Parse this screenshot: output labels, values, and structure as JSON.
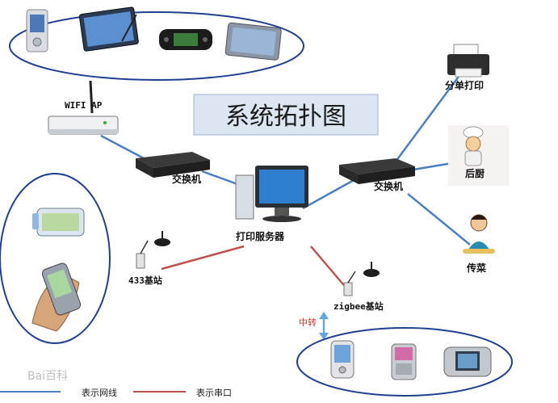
{
  "title": "系统拓扑图",
  "labels": {
    "wifi_ap": "WIFI AP",
    "switch_left": "交换机",
    "switch_right": "交换机",
    "print_server": "打印服务器",
    "split_printer": "分单打印",
    "back_kitchen": "后厨",
    "runner": "传菜",
    "base_433": "433基站",
    "base_zigbee": "zigbee基站",
    "relay": "中转"
  },
  "legend": {
    "network_label": "表示网线",
    "serial_label": "表示串口",
    "network_color": "#4a7fc1",
    "serial_color": "#c0504d"
  },
  "watermark": "Bai百科",
  "colors": {
    "network_line": "#4a7fc1",
    "serial_line": "#c0504d",
    "ellipse_stroke": "#1f3f8f",
    "title_box": "#dce6f2",
    "relay_arrow": "#5fa8d8"
  }
}
